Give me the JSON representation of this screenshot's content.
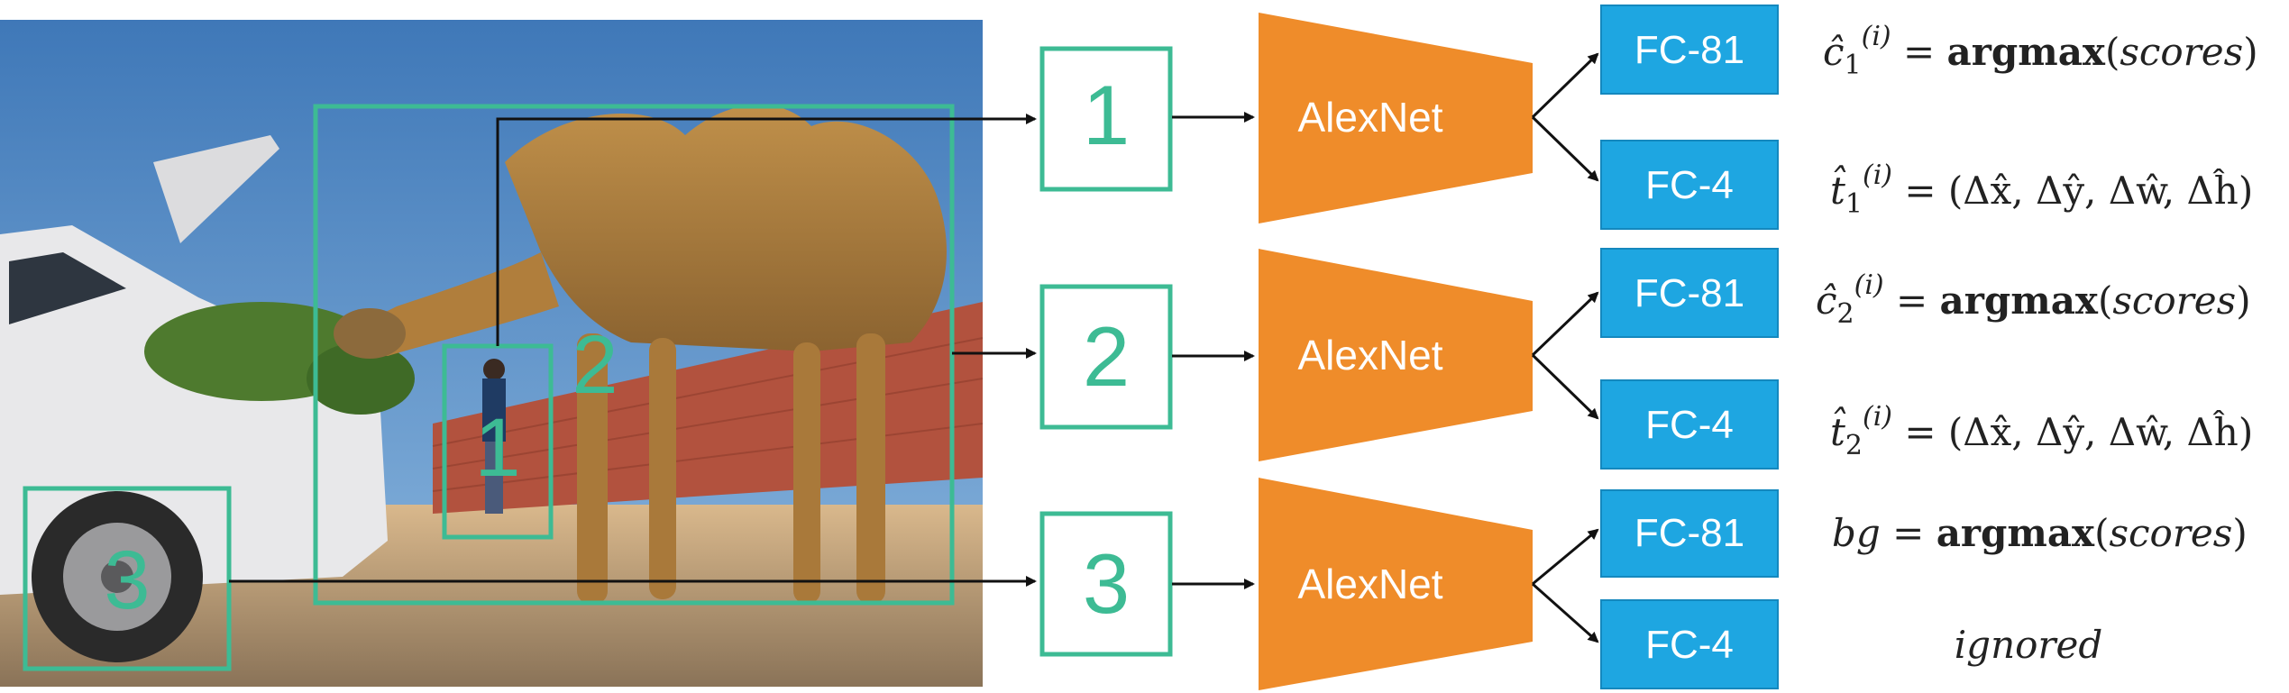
{
  "colors": {
    "region_box": "#3dbb94",
    "alexnet": "#ef8c2a",
    "fc_box": "#1ea6e1",
    "arrow": "#111111"
  },
  "image": {
    "description_icon": "photo-camel-car",
    "region_labels": [
      "1",
      "2",
      "3"
    ]
  },
  "rows": [
    {
      "crop_label": "1",
      "net_label": "AlexNet",
      "fc_top": "FC-81",
      "fc_bottom": "FC-4",
      "out_top": [
        "ĉ",
        "1",
        "(i)",
        " = ",
        "argmax",
        "(",
        "scores",
        ")"
      ],
      "out_bottom": [
        "t̂",
        "1",
        "(i)",
        " = (Δx̂, Δŷ, Δŵ, Δĥ)"
      ]
    },
    {
      "crop_label": "2",
      "net_label": "AlexNet",
      "fc_top": "FC-81",
      "fc_bottom": "FC-4",
      "out_top": [
        "ĉ",
        "2",
        "(i)",
        " = ",
        "argmax",
        "(",
        "scores",
        ")"
      ],
      "out_bottom": [
        "t̂",
        "2",
        "(i)",
        " = (Δx̂, Δŷ, Δŵ, Δĥ)"
      ]
    },
    {
      "crop_label": "3",
      "net_label": "AlexNet",
      "fc_top": "FC-81",
      "fc_bottom": "FC-4",
      "out_top": [
        "bg",
        "",
        "",
        " = ",
        "argmax",
        "(",
        "scores",
        ")"
      ],
      "out_bottom_ignored": "ignored"
    }
  ]
}
